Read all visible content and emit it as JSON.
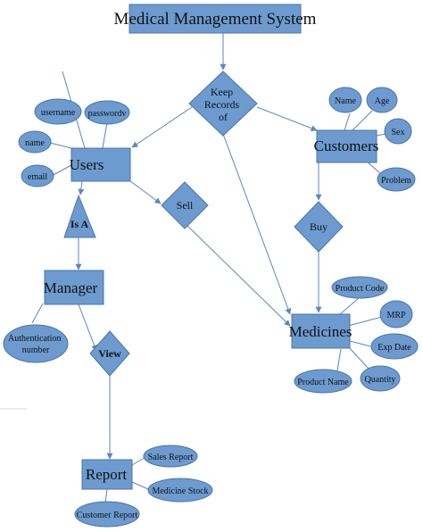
{
  "title": "Medical Management System",
  "entities": {
    "users": "Users",
    "customers": "Customers",
    "manager": "Manager",
    "medicines": "Medicines",
    "report": "Report"
  },
  "relationships": {
    "keep_records": [
      "Keep",
      "Records",
      "of"
    ],
    "sell": "Sell",
    "buy": "Buy",
    "is_a": "Is A",
    "view": "View"
  },
  "attributes": {
    "username": "username",
    "password": "passwordv",
    "name": "name",
    "email": "email",
    "cust_name": "Name",
    "age": "Age",
    "sex": "Sex",
    "problem": "Problem",
    "auth_number": [
      "Authentication",
      "number"
    ],
    "product_code": "Product Code",
    "mrp": "MRP",
    "exp_date": "Exp Date",
    "quantity": "Quantity",
    "product_name": "Product Name",
    "sales_report": "Sales Report",
    "medicine_stock": "Medicine Stock",
    "customer_report": "Customer Report"
  }
}
